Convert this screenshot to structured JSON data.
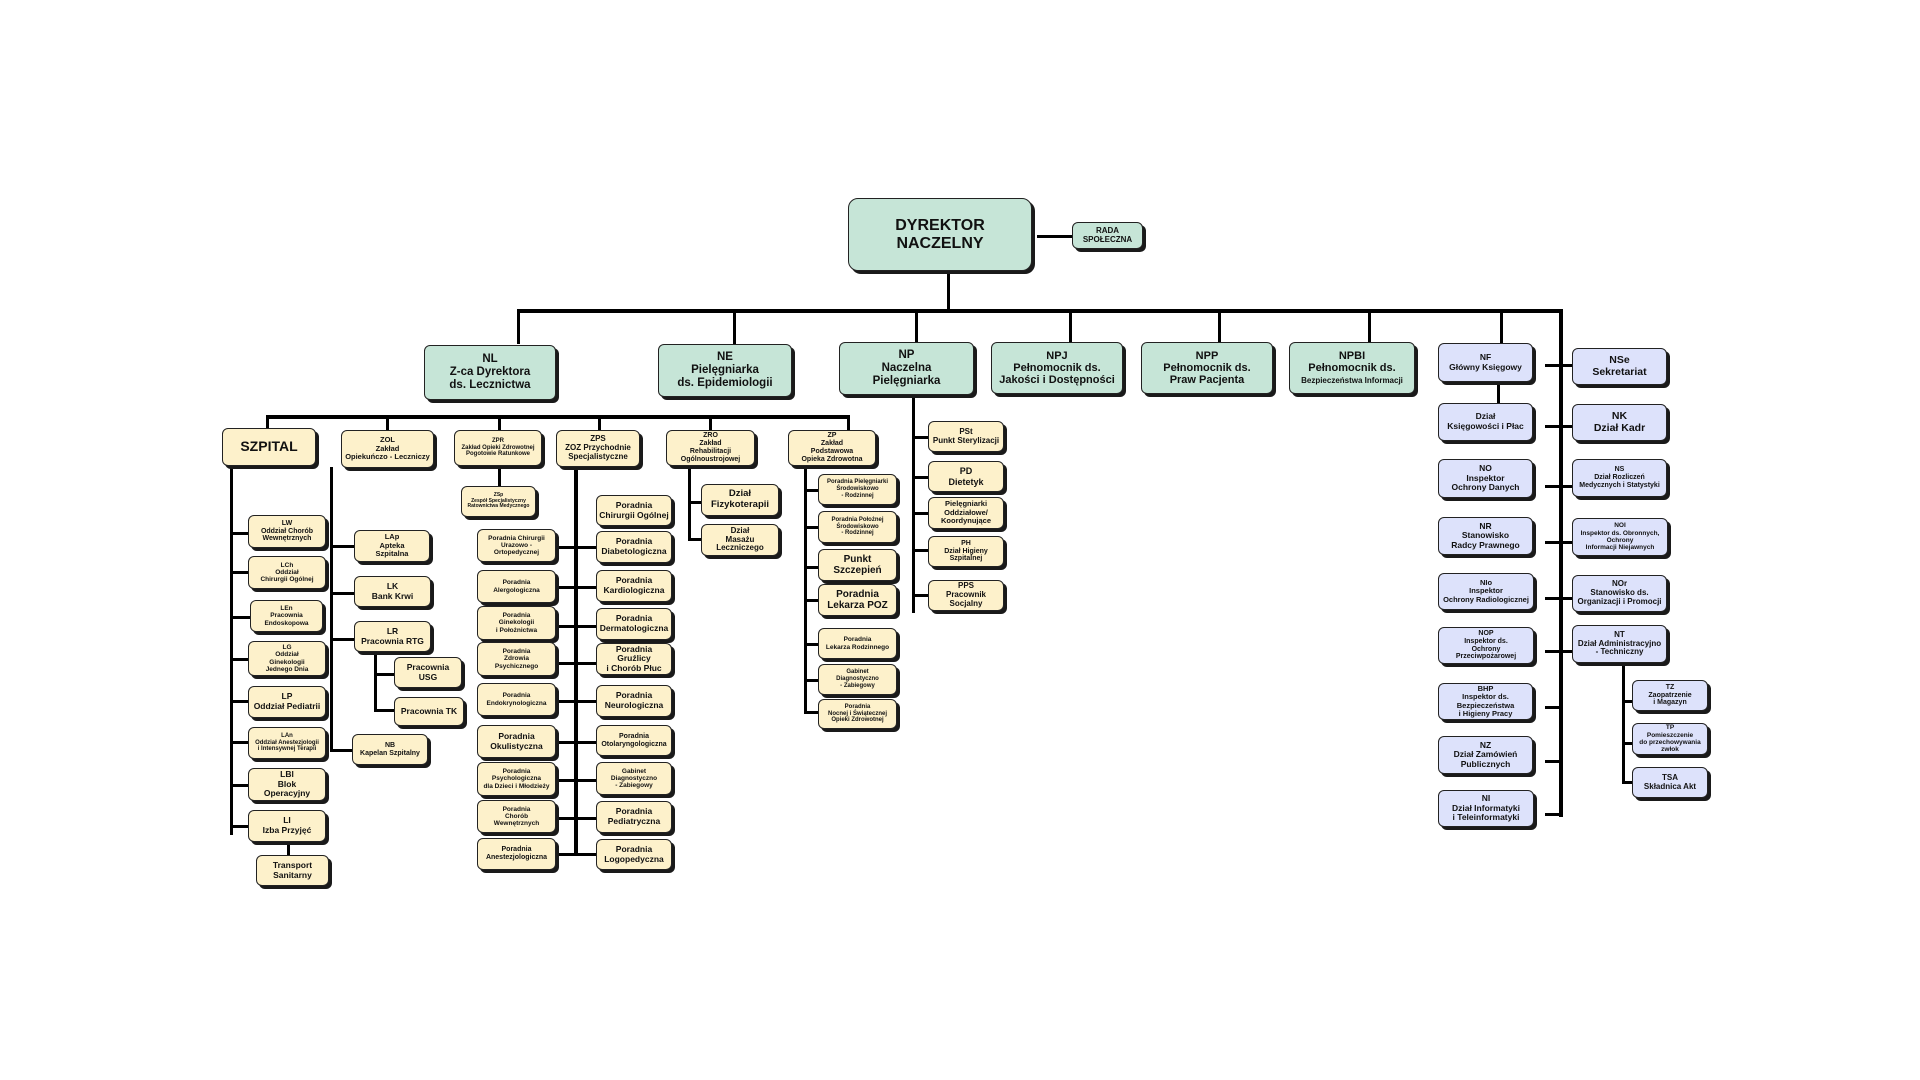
{
  "colors": {
    "management": "#c6e5d7",
    "medical_units": "#fdf1cb",
    "administration": "#dde2fb",
    "lines": "#000000"
  },
  "director": {
    "code": "DYREKTOR",
    "title": "NACZELNY"
  },
  "rada": "RADA\nSPOŁECZNA",
  "deputies": [
    {
      "code": "NL",
      "title": "Z-ca Dyrektora\nds. Lecznictwa"
    },
    {
      "code": "NE",
      "title": "Pielęgniarka\nds. Epidemiologii"
    },
    {
      "code": "NP",
      "title": "Naczelna\nPielęgniarka"
    },
    {
      "code": "NPJ",
      "title": "Pełnomocnik ds.\nJakości i Dostępności"
    },
    {
      "code": "NPP",
      "title": "Pełnomocnik ds.\nPraw Pacjenta"
    },
    {
      "code": "NPBI",
      "title": "Pełnomocnik ds.",
      "subtitle": "Bezpieczeństwa Informacji"
    }
  ],
  "nl_units": {
    "szpital": "SZPITAL",
    "zol": "ZOL\nZakład\nOpiekuńczo - Leczniczy",
    "zpr": "ZPR\nZakład Opieki Zdrowotnej\nPogotowie Ratunkowe",
    "zsp": "ZSp\nZespół Specjalistyczny\nRatownictwa Medycznego",
    "zps": "ZPS\nZOZ Przychodnie\nSpecjalistyczne",
    "zro": "ZRO\nZakład\nRehabilitacji\nOgólnoustrojowej",
    "zp": "ZP\nZakład\nPodstawowa\nOpieka Zdrowotna"
  },
  "szpital_left": [
    "LW\nOddział Chorób\nWewnętrznych",
    "LCh\nOddział\nChirurgii Ogólnej",
    "LEn\nPracownia\nEndoskopowa",
    "LG\nOddział\nGinekologii\nJednego Dnia",
    "LP\nOddział Pediatrii",
    "LAn\nOddział Anestezjologii\ni Intensywnej Terapii",
    "LBl\nBlok\nOperacyjny",
    "LI\nIzba Przyjęć"
  ],
  "transport": "Transport\nSanitarny",
  "szpital_right": [
    "LAp\nApteka\nSzpitalna",
    "LK\nBank Krwi",
    "LR\nPracownia RTG",
    "NB\nKapelan Szpitalny"
  ],
  "lr_children": [
    "Pracownia\nUSG",
    "Pracownia TK"
  ],
  "zps_left": [
    "Poradnia Chirurgii\nUrazowo -\nOrtopedycznej",
    "Poradnia\nAlergologiczna",
    "Poradnia\nGinekologii\ni Położnictwa",
    "Poradnia\nZdrowia\nPsychicznego",
    "Poradnia\nEndokrynologiczna",
    "Poradnia\nOkulistyczna",
    "Poradnia\nPsychologiczna\ndla Dzieci i Młodzieży",
    "Poradnia\nChorób\nWewnętrznych",
    "Poradnia\nAnestezjologiczna"
  ],
  "zps_right": [
    "Poradnia\nChirurgii Ogólnej",
    "Poradnia\nDiabetologiczna",
    "Poradnia\nKardiologiczna",
    "Poradnia\nDermatologiczna",
    "Poradnia Gruźlicy\ni Chorób Płuc",
    "Poradnia\nNeurologiczna",
    "Poradnia\nOtolaryngologiczna",
    "Gabinet\nDiagnostyczno\n- Zabiegowy",
    "Poradnia\nPediatryczna",
    "Poradnia\nLogopedyczna"
  ],
  "zro_children": [
    "Dział\nFizykoterapii",
    "Dział\nMasażu\nLeczniczego"
  ],
  "zp_children": [
    "Poradnia Pielęgniarki\nŚrodowiskowo\n- Rodzinnej",
    "Poradnia Położnej\nŚrodowiskowo\n- Rodzinnej",
    "Punkt\nSzczepień",
    "Poradnia\nLekarza POZ",
    "Poradnia\nLekarza Rodzinnego",
    "Gabinet\nDiagnostyczno\n- Zabiegowy",
    "Poradnia\nNocnej i Świątecznej\nOpieki Zdrowotnej"
  ],
  "np_children": [
    "PSt\nPunkt Sterylizacji",
    "PD\nDietetyk",
    "Pielęgniarki\nOddziałowe/\nKoordynujące",
    "PH\nDział Higieny\nSzpitalnej",
    "PPS\nPracownik\nSocjalny"
  ],
  "admin_left": [
    "NF\nGłówny Księgowy",
    "Dział\nKsięgowości i Płac",
    "NO\nInspektor\nOchrony Danych",
    "NR\nStanowisko\nRadcy Prawnego",
    "NIo\nInspektor\nOchrony Radiologicznej",
    "NOP\nInspektor ds.\nOchrony Przeciwpożarowej",
    "BHP\nInspektor ds.\nBezpieczeństwa\ni Higieny Pracy",
    "NZ\nDział Zamówień\nPublicznych",
    "NI\nDział Informatyki\ni Teleinformatyki"
  ],
  "admin_right": [
    "NSe\nSekretariat",
    "NK\nDział Kadr",
    "NS\nDział Rozliczeń\nMedycznych i Statystyki",
    "NOI\nInspektor ds. Obronnych,\nOchrony\nInformacji Niejawnych",
    "NOr\nStanowisko ds.\nOrganizacji i Promocji",
    "NT\nDział Administracyjno\n- Techniczny"
  ],
  "nt_children": [
    "TZ\nZaopatrzenie\ni Magazyn",
    "TP\nPomieszczenie\ndo przechowywania\nzwłok",
    "TSA\nSkładnica Akt"
  ]
}
